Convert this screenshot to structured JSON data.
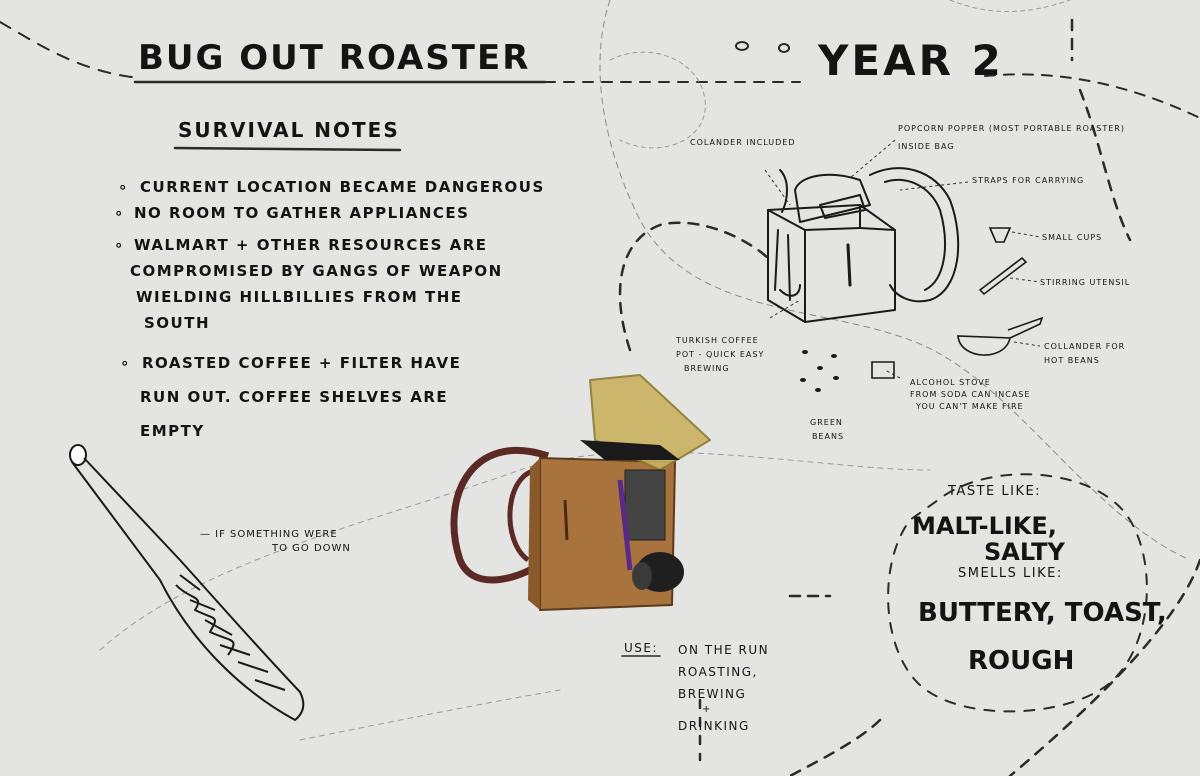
{
  "title": "Bug Out Roaster",
  "year_label": "Year 2",
  "survival": {
    "heading": "Survival Notes",
    "notes": [
      "Current location became dangerous",
      "No room to gather appliances",
      "Walmart + other resources are compromised by gangs of weapon wielding hillbillies from the south",
      "Roasted coffee + filter have run out. Coffee shelves are empty"
    ],
    "note_lines": [
      [
        "Current location became dangerous"
      ],
      [
        "No room to gather appliances"
      ],
      [
        "Walmart + other resources are",
        "compromised by gangs of weapon",
        "wielding hillbillies from the",
        "south"
      ],
      [
        "Roasted coffee + filter have",
        "run out. Coffee shelves are",
        "empty"
      ]
    ]
  },
  "bat_note": {
    "lines": [
      "— If something were",
      "to go down"
    ]
  },
  "diagram_labels": {
    "colander_included": "Colander included",
    "popcorn_popper": [
      "Popcorn popper (most portable roaster)",
      "inside bag"
    ],
    "straps": "Straps for carrying",
    "small_cups": "Small cups",
    "stirring": "Stirring utensil",
    "collander": [
      "Collander for",
      "hot beans"
    ],
    "alcohol_stove": [
      "Alcohol stove",
      "from soda can incase",
      "you can't make fire"
    ],
    "turkish": [
      "Turkish coffee",
      "pot - quick easy",
      "brewing"
    ],
    "green_beans": [
      "Green",
      "beans"
    ]
  },
  "taste": {
    "taste_label": "Taste like:",
    "taste_words": [
      "Malt-like,",
      "salty"
    ],
    "smell_label": "Smells like:",
    "smell_words": [
      "Buttery, Toast,",
      "rough"
    ]
  },
  "use": {
    "label": "Use:",
    "lines": [
      "On the run",
      "roasting,",
      "brewing",
      "+",
      "drinking"
    ]
  },
  "colors": {
    "paper": "#e4e4e2",
    "ink": "#141414",
    "wood": "#a8733d",
    "lid": "#c9b260",
    "strap": "#5c2a24"
  }
}
